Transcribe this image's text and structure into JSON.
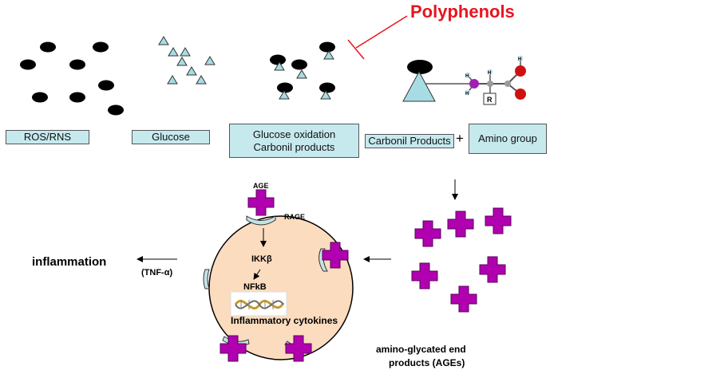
{
  "title": "Polyphenols",
  "labels": {
    "ros": "ROS/RNS",
    "glucose": "Glucose",
    "glucose_oxidation_1": "Glucose oxidation",
    "glucose_oxidation_2": "Carbonil products",
    "carbonil_products": "Carbonil Products",
    "plus": "+",
    "amino_group": "Amino group",
    "age": "AGE",
    "rage": "RAGE",
    "ikk": "IKKβ",
    "nfkb": "NFkB",
    "cytokines": "Inflammatory cytokines",
    "inflammation": "inflammation",
    "tnf": "(TNF-α)",
    "ages_1": "amino-glycated end",
    "ages_2": "products  (AGEs)",
    "atom_h": "H",
    "atom_r": "R"
  },
  "colors": {
    "title": "#e8141e",
    "label_fill": "#c6e9ee",
    "triangle_fill": "#a8dce4",
    "cell_fill": "#fbdcbf",
    "age_fill": "#b000b0",
    "receptor_fill": "#c6e4e8",
    "atom_red": "#d01010",
    "atom_purple": "#a020b0",
    "atom_gray": "#9a9a9a"
  }
}
